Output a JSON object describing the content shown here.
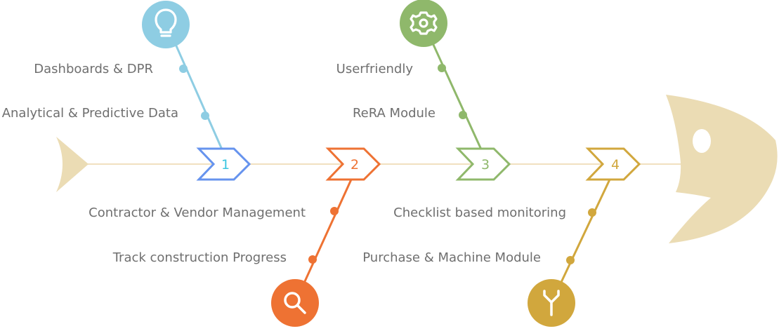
{
  "colors": {
    "spine": "#f1e0c0",
    "fish": "#ebdcb4",
    "blue_chevron": "#6693ee",
    "blue_bone": "#8ecde3",
    "blue_number": "#39c5e0",
    "orange": "#ee7233",
    "green": "#8fb86b",
    "gold": "#d1a73d",
    "label": "#6f6f6f"
  },
  "nodes": [
    {
      "number": "1",
      "icon": "lightbulb-icon",
      "labels": [
        "Dashboards & DPR",
        "Analytical & Predictive Data"
      ]
    },
    {
      "number": "2",
      "icon": "search-icon",
      "labels": [
        "Contractor & Vendor Management",
        "Track construction Progress"
      ]
    },
    {
      "number": "3",
      "icon": "gear-icon",
      "labels": [
        "Userfriendly",
        "ReRA Module"
      ]
    },
    {
      "number": "4",
      "icon": "wrench-icon",
      "labels": [
        "Checklist based monitoring",
        "Purchase & Machine Module"
      ]
    }
  ]
}
